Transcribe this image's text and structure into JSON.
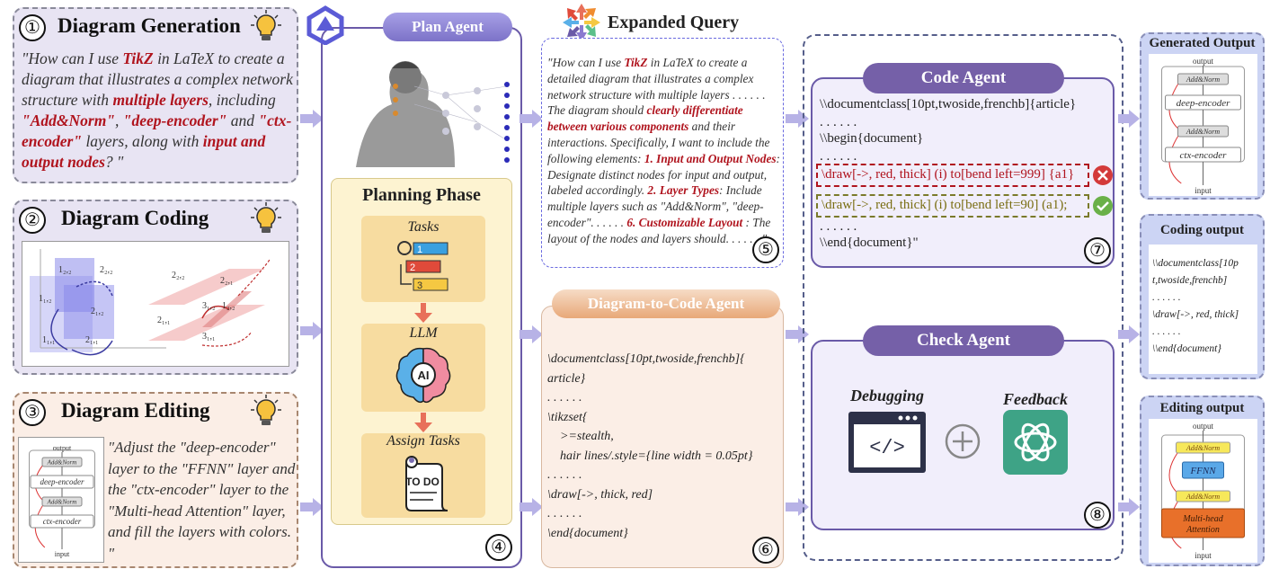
{
  "panels": {
    "p1": {
      "num": "①",
      "title": "Diagram Generation",
      "quote_parts": [
        {
          "t": "\"How can I use ",
          "r": false
        },
        {
          "t": "TikZ",
          "r": true
        },
        {
          "t": " in LaTeX to create a diagram that illustrates a complex network structure with ",
          "r": false
        },
        {
          "t": "multiple layers",
          "r": true
        },
        {
          "t": ", including ",
          "r": false
        },
        {
          "t": "\"Add&Norm\"",
          "r": true
        },
        {
          "t": ", ",
          "r": false
        },
        {
          "t": "\"deep-encoder\"",
          "r": true
        },
        {
          "t": " and ",
          "r": false
        },
        {
          "t": "\"ctx-encoder\"",
          "r": true
        },
        {
          "t": " layers, along with ",
          "r": false
        },
        {
          "t": "input and output nodes",
          "r": true
        },
        {
          "t": "? \"",
          "r": false
        }
      ]
    },
    "p2": {
      "num": "②",
      "title": "Diagram Coding",
      "plot_labels": [
        "1₂,₂",
        "2₂,₂",
        "1₁,₂",
        "2₁,₂",
        "1₁,₁",
        "2₁,₁",
        "2₂,₂",
        "2₂,₁",
        "3₁,₂",
        "2₁,₁",
        "3₁,₁",
        "1₂,₂"
      ]
    },
    "p3": {
      "num": "③",
      "title": "Diagram Editing",
      "quote": "\"Adjust the \"deep-encoder\" layer to the \"FFNN\" layer and the \"ctx-encoder\" layer to the \"Multi-head Attention\" layer, and fill the layers with colors. \""
    }
  },
  "plan_agent": {
    "label": "Plan Agent",
    "phase_title": "Planning Phase",
    "cards": [
      "Tasks",
      "LLM",
      "Assign Tasks"
    ],
    "ai_text": "AI",
    "todo_text": "TO DO",
    "num": "④"
  },
  "expanded": {
    "title": "Expanded Query",
    "num": "⑤",
    "parts": [
      {
        "t": "\"How can I use ",
        "r": false
      },
      {
        "t": "TikZ",
        "r": true
      },
      {
        "t": " in LaTeX to create a detailed diagram that illustrates a complex network structure with multiple layers . . . . . . The diagram should ",
        "r": false
      },
      {
        "t": "clearly differentiate between various components",
        "r": true
      },
      {
        "t": " and their interactions. Specifically, I want to include the following elements: ",
        "r": false
      },
      {
        "t": "1. Input and Output Nodes",
        "r": true
      },
      {
        "t": ": Designate distinct nodes for input and output, labeled accordingly. ",
        "r": false
      },
      {
        "t": "2. Layer Types",
        "r": true
      },
      {
        "t": ": Include multiple layers such as \"Add&Norm\", \"deep-encoder\". . . . . . ",
        "r": false
      },
      {
        "t": "6. Customizable Layout",
        "r": true
      },
      {
        "t": " : The layout of the nodes and layers should. . . . . . \"",
        "r": false
      }
    ]
  },
  "d2c": {
    "label": "Diagram-to-Code Agent",
    "num": "⑥",
    "lines": [
      "\\documentclass[10pt,twoside,frenchb]{",
      "article}",
      ". . . . . .",
      "\\tikzset{",
      "    >=stealth,",
      "    hair lines/.style={line width = 0.05pt}",
      ". . . . . .",
      "\\draw[->, thick, red]",
      ". . . . . .",
      "\\end{document}"
    ]
  },
  "code_agent": {
    "label": "Code Agent",
    "num": "⑦",
    "lines": [
      "\\\\documentclass[10pt,twoside,frenchb]{article}",
      ". . . . . .",
      "\\\\begin{document}",
      ". . . . . ."
    ],
    "bad_line": "\\draw[->, red, thick] (i) to[bend left=999] {a1}",
    "good_line": "\\draw[->, red, thick] (i) to[bend left=90] (a1);",
    "dots": ". . . . . .",
    "end_line": "\\\\end{document}\""
  },
  "check_agent": {
    "label": "Check Agent",
    "num": "⑧",
    "debugging": "Debugging",
    "feedback": "Feedback",
    "code_glyph": "</>"
  },
  "outputs": {
    "generated": {
      "title": "Generated Output",
      "nodes": [
        "output",
        "Add&Norm",
        "deep-encoder",
        "Add&Norm",
        "ctx-encoder",
        "input"
      ]
    },
    "coding": {
      "title": "Coding output",
      "lines": [
        "\\\\documentclass[10p",
        "t,twoside,frenchb]",
        ". . . . . .",
        "\\draw[->, red, thick]",
        ". . . . . .",
        "\\\\end{document}"
      ]
    },
    "editing": {
      "title": "Editing output",
      "nodes": [
        "output",
        "Add&Norm",
        "FFNN",
        "Add&Norm",
        "Multi-head Attention",
        "input"
      ]
    },
    "p3_nodes": [
      "output",
      "Add&Norm",
      "deep-encoder",
      "Add&Norm",
      "ctx-encoder",
      "input"
    ]
  },
  "colors": {
    "lavender": "#e8e4f3",
    "peach": "#fbeee6",
    "purple": "#7a6cb0",
    "red": "#b0141e",
    "arrow": "#b7b2e6",
    "gpt_green": "#3ea386"
  }
}
